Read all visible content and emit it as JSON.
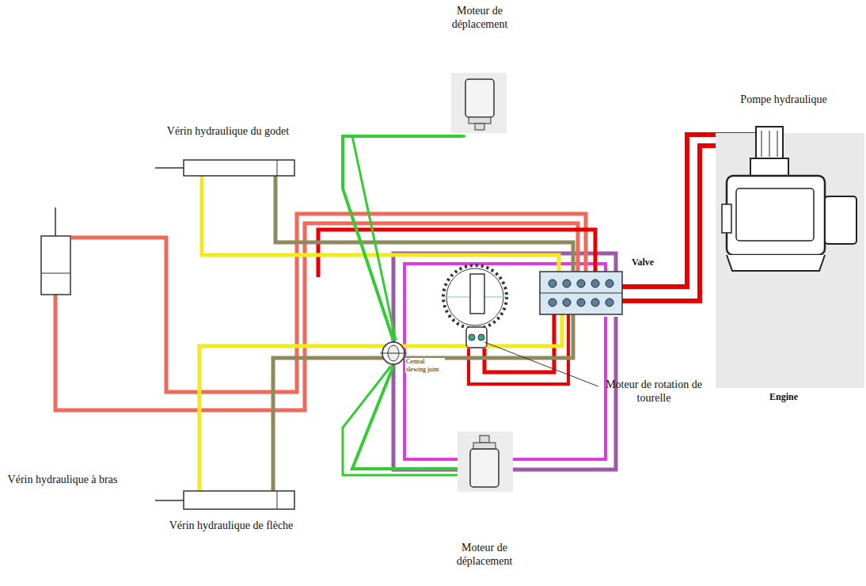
{
  "diagram": {
    "labels": [
      "Moteur de déplacement",
      "Vérin hydraulique du godet",
      "Pompe hydraulique",
      "Valve",
      "Engine",
      "Central slewing joint",
      "Moteur de rotation de tourelle",
      "Vérin hydraulique à bras",
      "Vérin hydraulique de flèche",
      "Moteur de déplacement"
    ]
  }
}
